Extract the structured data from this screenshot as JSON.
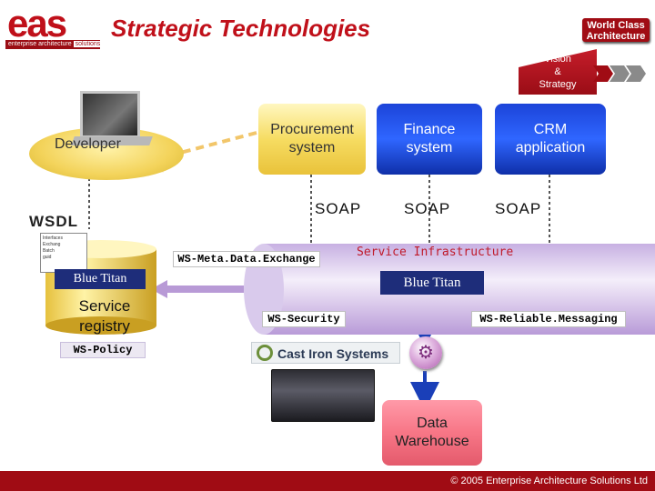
{
  "header": {
    "logo_text": "eas",
    "logo_tagline": "enterprise architecture",
    "logo_tagline_box": "solutions",
    "title": "Strategic Technologies",
    "badge_line1": "World Class",
    "badge_line2": "Architecture",
    "vision_line1": "Vision",
    "vision_line2": "&",
    "vision_line3": "Strategy"
  },
  "developer": {
    "label": "Developer"
  },
  "wsdl_label": "WSDL",
  "wsdl_doc_lines": [
    "Interfaces",
    "Exchang",
    "Batch",
    "guid"
  ],
  "registry": {
    "brand": "Blue Titan",
    "label_line1": "Service",
    "label_line2": "registry",
    "policy_tag": "WS-Policy"
  },
  "systems": [
    {
      "line1": "Procurement",
      "line2": "system"
    },
    {
      "line1": "Finance",
      "line2": "system"
    },
    {
      "line1": "CRM",
      "line2": "application"
    }
  ],
  "soap_labels": [
    "SOAP",
    "SOAP",
    "SOAP"
  ],
  "infrastructure": {
    "title": "Service Infrastructure",
    "brand": "Blue Titan",
    "meta_tag": "WS-Meta.Data.Exchange",
    "security_tag": "WS-Security",
    "reliable_tag": "WS-Reliable.Messaging"
  },
  "cast_iron": {
    "label": "Cast Iron Systems"
  },
  "data_warehouse": {
    "line1": "Data",
    "line2": "Warehouse"
  },
  "footer": {
    "text": "© 2005 Enterprise Architecture Solutions Ltd"
  },
  "colors": {
    "brand_red": "#c0101a",
    "yellow_system": "#f6dc62",
    "blue_system": "#2f66ff",
    "infra_purple": "#d8c8ea",
    "warehouse_pink": "#f77686"
  }
}
